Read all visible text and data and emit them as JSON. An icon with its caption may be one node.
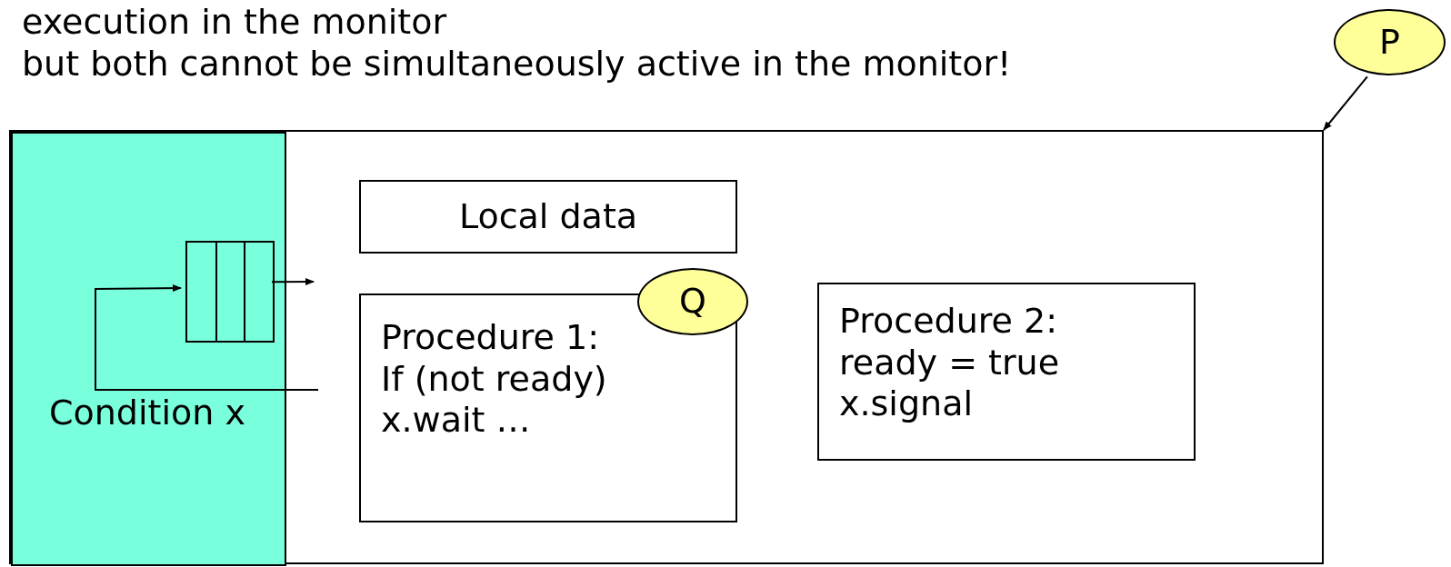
{
  "diagram": {
    "nodes": [
      {
        "text": [],
        "shape": "box"
      },
      {
        "text": [
          "Condition x"
        ],
        "in": 0
      },
      {
        "text": [],
        "shape": "box",
        "in": 1
      },
      {
        "text": [
          "Local data"
        ],
        "in": 0
      },
      {
        "text": [
          "Procedure 1: If (not ready) x.wait …"
        ],
        "in": 0
      },
      {
        "text": [
          "Procedure 2: ready = true x.signal"
        ],
        "in": 0
      },
      {
        "text": [
          "Q"
        ],
        "in": 0
      },
      {
        "text": [
          "P"
        ]
      }
    ],
    "edges": [
      {
        "from": 7,
        "to": 0,
        "arrow": "to"
      },
      {
        "from": null,
        "to": 2,
        "arrow": "to"
      },
      {
        "from": 2,
        "to": null,
        "arrow": "to"
      }
    ],
    "labels": [
      "execution in the monitor",
      "but both cannot be simultaneously active in the monitor!"
    ]
  }
}
